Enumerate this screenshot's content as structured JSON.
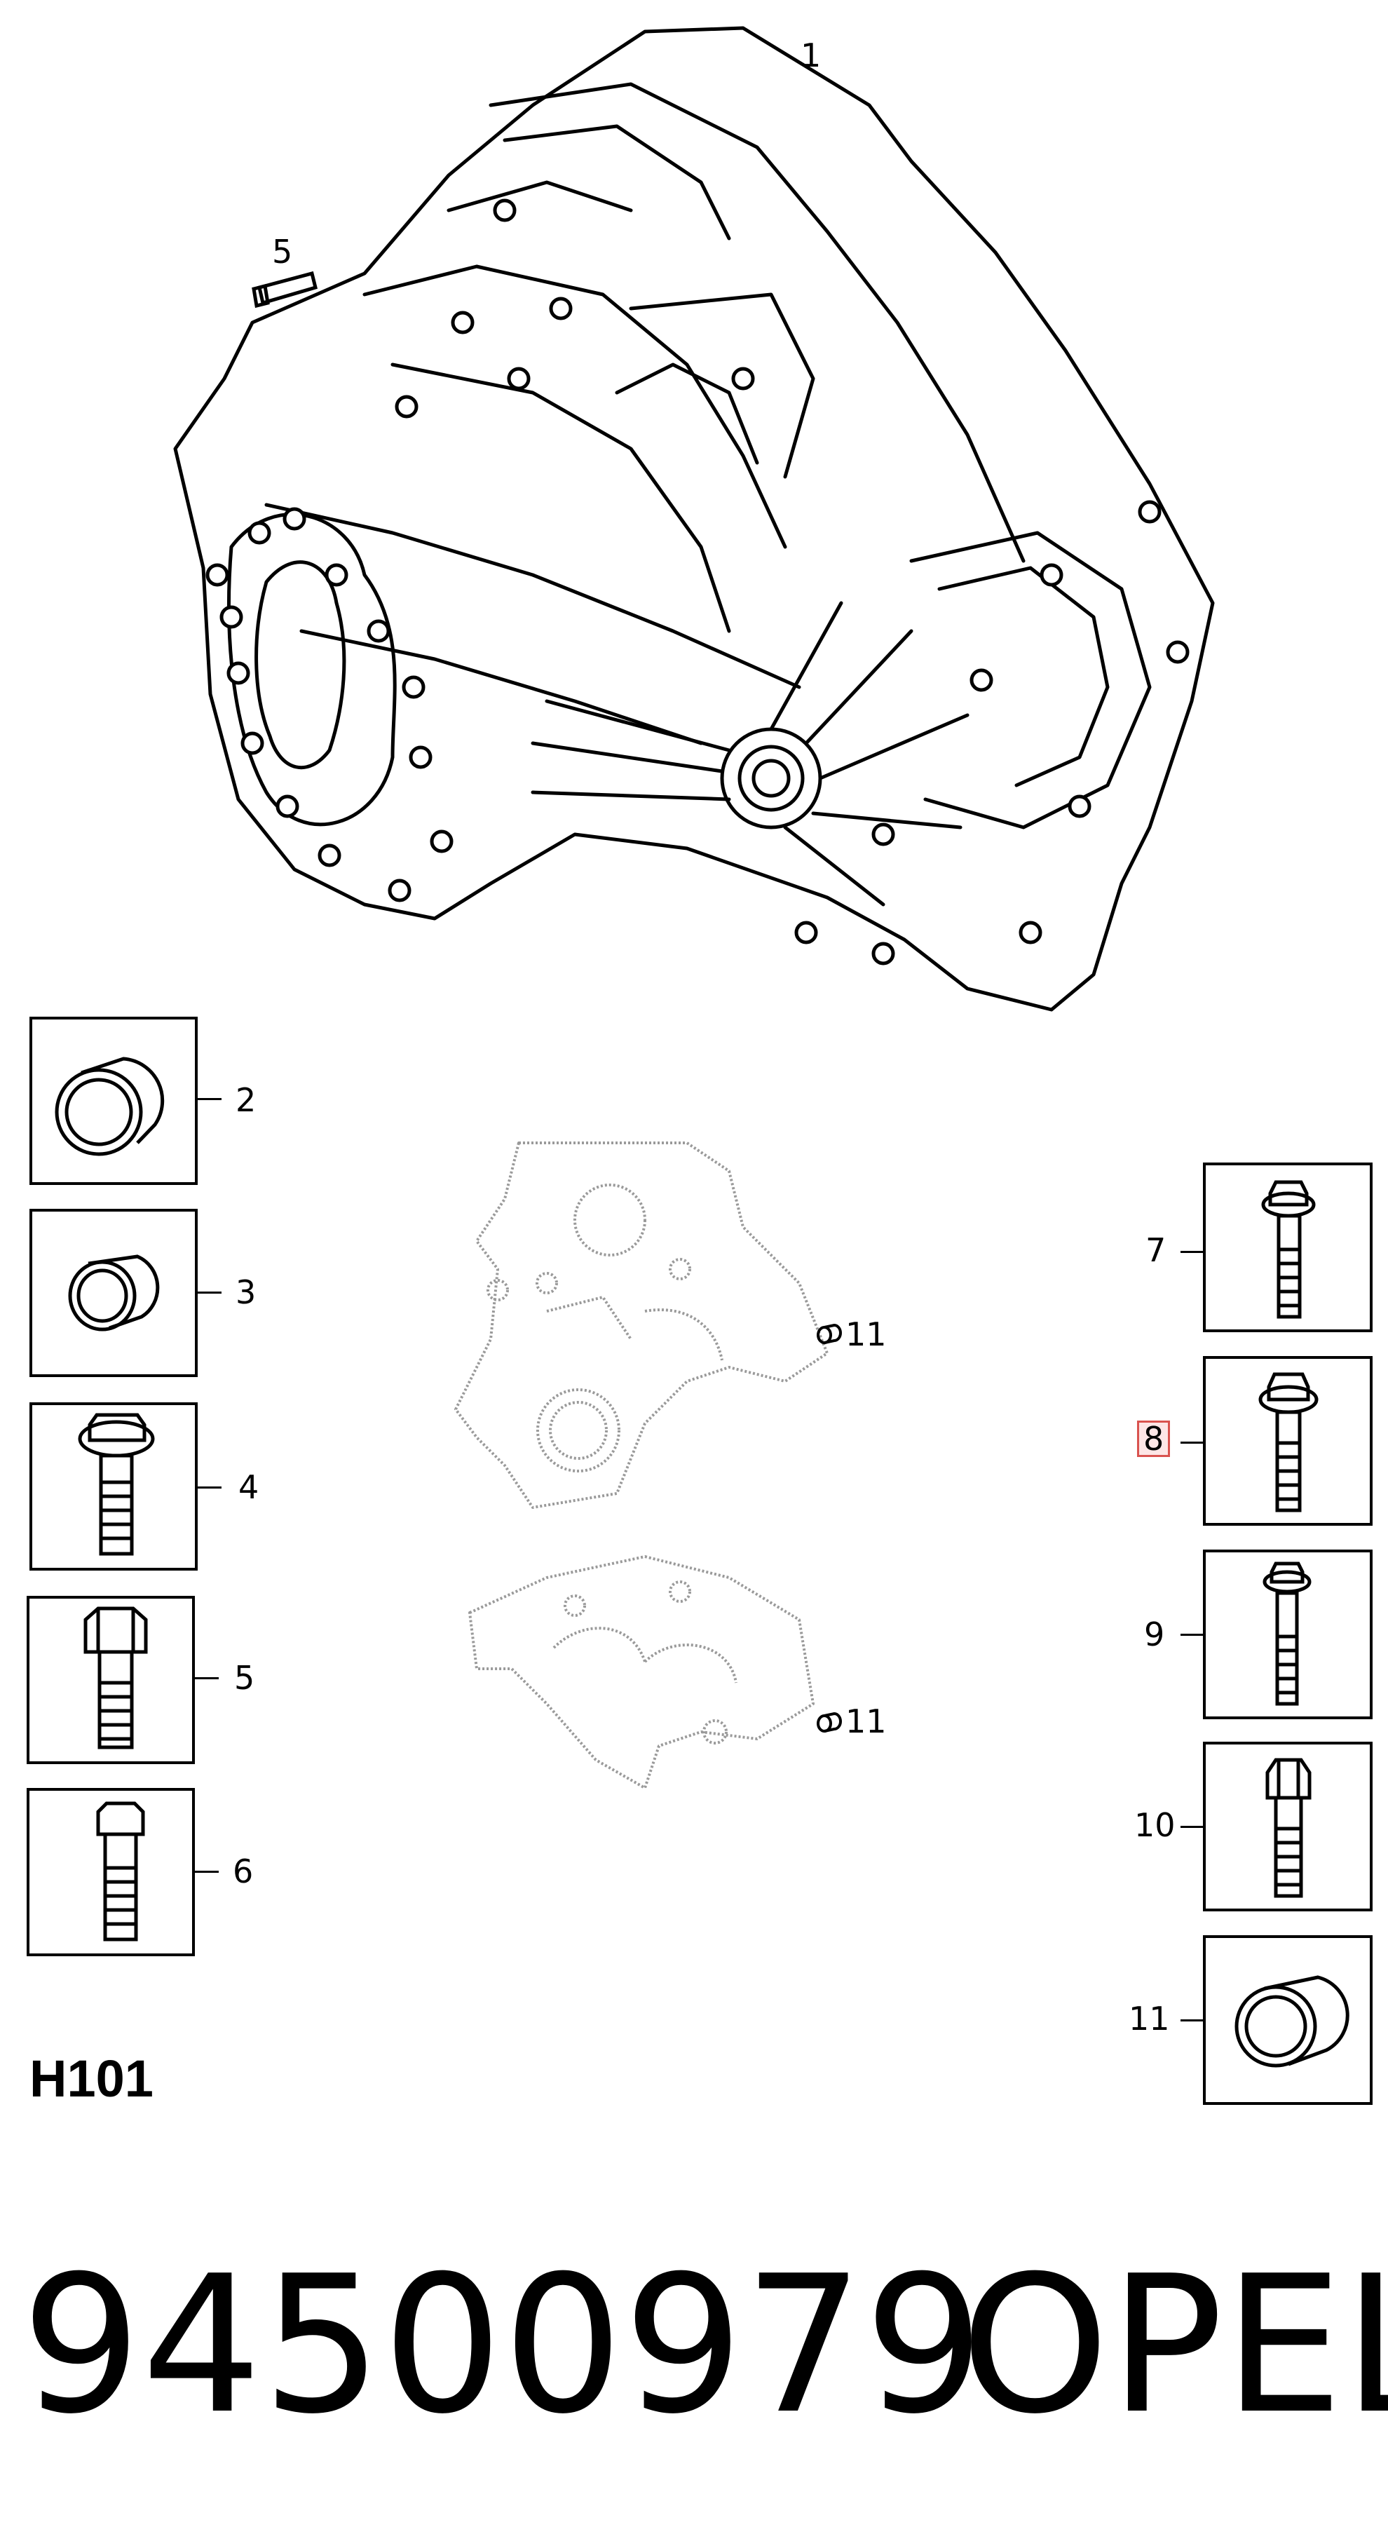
{
  "callouts": {
    "c1": "1",
    "c2": "2",
    "c3": "3",
    "c4": "4",
    "c5_top": "5",
    "c5": "5",
    "c6": "6",
    "c7": "7",
    "c8": "8",
    "c9": "9",
    "c10": "10",
    "c11a": "11",
    "c11b": "11",
    "c11": "11"
  },
  "diagram_code": "H101",
  "footer": {
    "part_number": "94500979",
    "brand": "OPEL"
  },
  "highlight_color": "#d9534f"
}
